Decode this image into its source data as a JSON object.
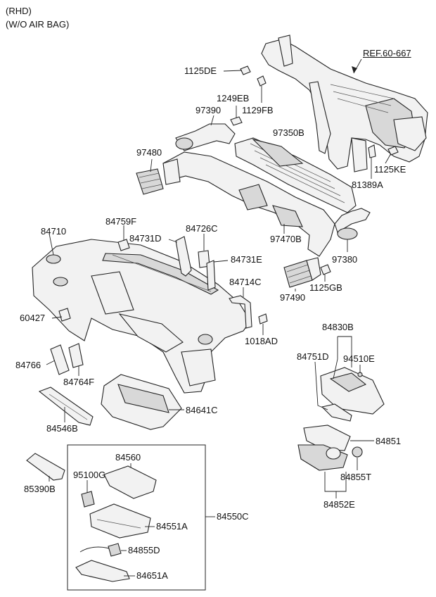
{
  "header": {
    "line1": "(RHD)",
    "line2": "(W/O AIR BAG)"
  },
  "reference": "REF.60-667",
  "parts": [
    {
      "id": "1125DE",
      "label": "1125DE"
    },
    {
      "id": "1249EB",
      "label": "1249EB"
    },
    {
      "id": "1129FB",
      "label": "1129FB"
    },
    {
      "id": "97390",
      "label": "97390"
    },
    {
      "id": "97350B",
      "label": "97350B"
    },
    {
      "id": "97480",
      "label": "97480"
    },
    {
      "id": "1125KE",
      "label": "1125KE"
    },
    {
      "id": "81389A",
      "label": "81389A"
    },
    {
      "id": "84710",
      "label": "84710"
    },
    {
      "id": "84759F",
      "label": "84759F"
    },
    {
      "id": "84731D",
      "label": "84731D"
    },
    {
      "id": "84726C",
      "label": "84726C"
    },
    {
      "id": "97470B",
      "label": "97470B"
    },
    {
      "id": "97380",
      "label": "97380"
    },
    {
      "id": "84731E",
      "label": "84731E"
    },
    {
      "id": "1125GB",
      "label": "1125GB"
    },
    {
      "id": "84714C",
      "label": "84714C"
    },
    {
      "id": "97490",
      "label": "97490"
    },
    {
      "id": "60427",
      "label": "60427"
    },
    {
      "id": "1018AD",
      "label": "1018AD"
    },
    {
      "id": "84830B",
      "label": "84830B"
    },
    {
      "id": "84751D",
      "label": "84751D"
    },
    {
      "id": "94510E",
      "label": "94510E"
    },
    {
      "id": "84766",
      "label": "84766"
    },
    {
      "id": "84764F",
      "label": "84764F"
    },
    {
      "id": "84641C",
      "label": "84641C"
    },
    {
      "id": "84546B",
      "label": "84546B"
    },
    {
      "id": "84851",
      "label": "84851"
    },
    {
      "id": "84855T",
      "label": "84855T"
    },
    {
      "id": "84852E",
      "label": "84852E"
    },
    {
      "id": "84560",
      "label": "84560"
    },
    {
      "id": "95100G",
      "label": "95100G"
    },
    {
      "id": "85390B",
      "label": "85390B"
    },
    {
      "id": "84550C",
      "label": "84550C"
    },
    {
      "id": "84551A",
      "label": "84551A"
    },
    {
      "id": "84855D",
      "label": "84855D"
    },
    {
      "id": "84651A",
      "label": "84651A"
    }
  ]
}
